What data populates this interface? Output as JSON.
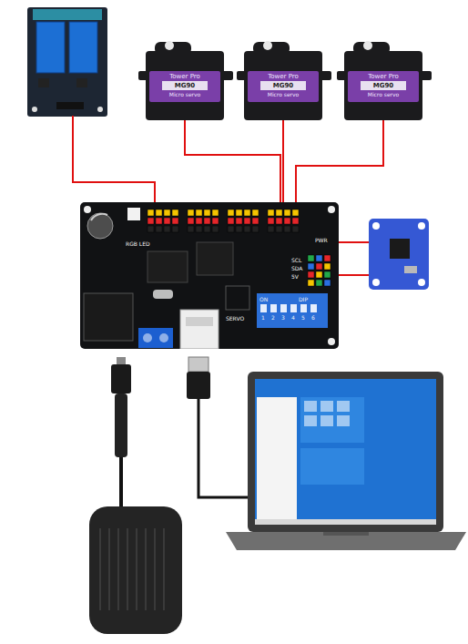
{
  "diagram": {
    "nodes": [
      {
        "text": [
          "Tower Pro",
          "MG90",
          "Micro servo"
        ]
      },
      {
        "text": [
          "Tower Pro",
          "MG90",
          "Micro servo"
        ]
      },
      {
        "text": [
          "Tower Pro",
          "MG90",
          "Micro servo"
        ]
      },
      {
        "text": [
          "RGB LED",
          "PWR",
          "ON",
          "DIP",
          "1",
          "2",
          "3",
          "4",
          "5",
          "6",
          "SERVO",
          "SCL",
          "SDA",
          "5V"
        ]
      }
    ],
    "edges": [
      {
        "from": 0,
        "to": 3,
        "arrow": "none"
      },
      {
        "from": 1,
        "to": 3,
        "arrow": "none"
      },
      {
        "from": 2,
        "to": 3,
        "arrow": "none"
      }
    ]
  }
}
